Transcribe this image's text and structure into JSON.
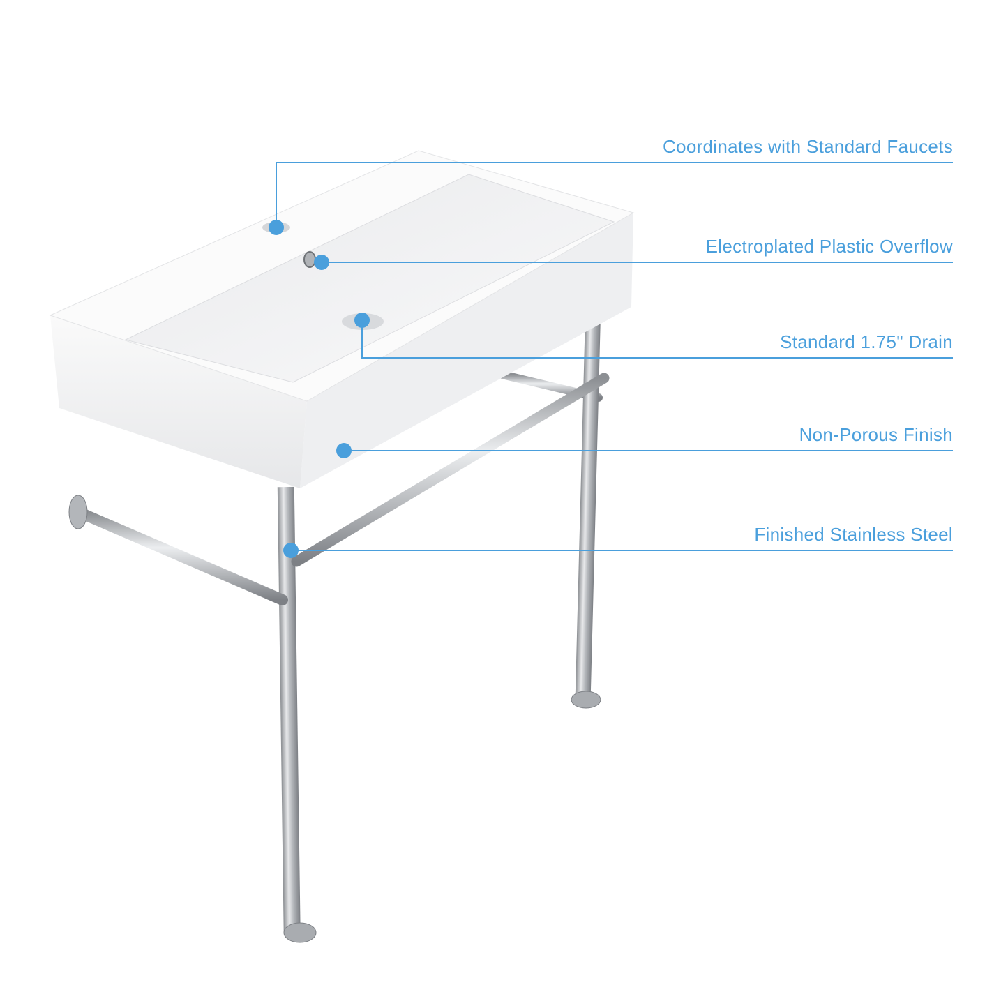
{
  "accent_color": "#4a9fdc",
  "callouts": [
    {
      "label": "Coordinates with Standard Faucets"
    },
    {
      "label": "Electroplated Plastic Overflow"
    },
    {
      "label": "Standard 1.75\" Drain"
    },
    {
      "label": "Non-Porous Finish"
    },
    {
      "label": "Finished Stainless Steel"
    }
  ]
}
